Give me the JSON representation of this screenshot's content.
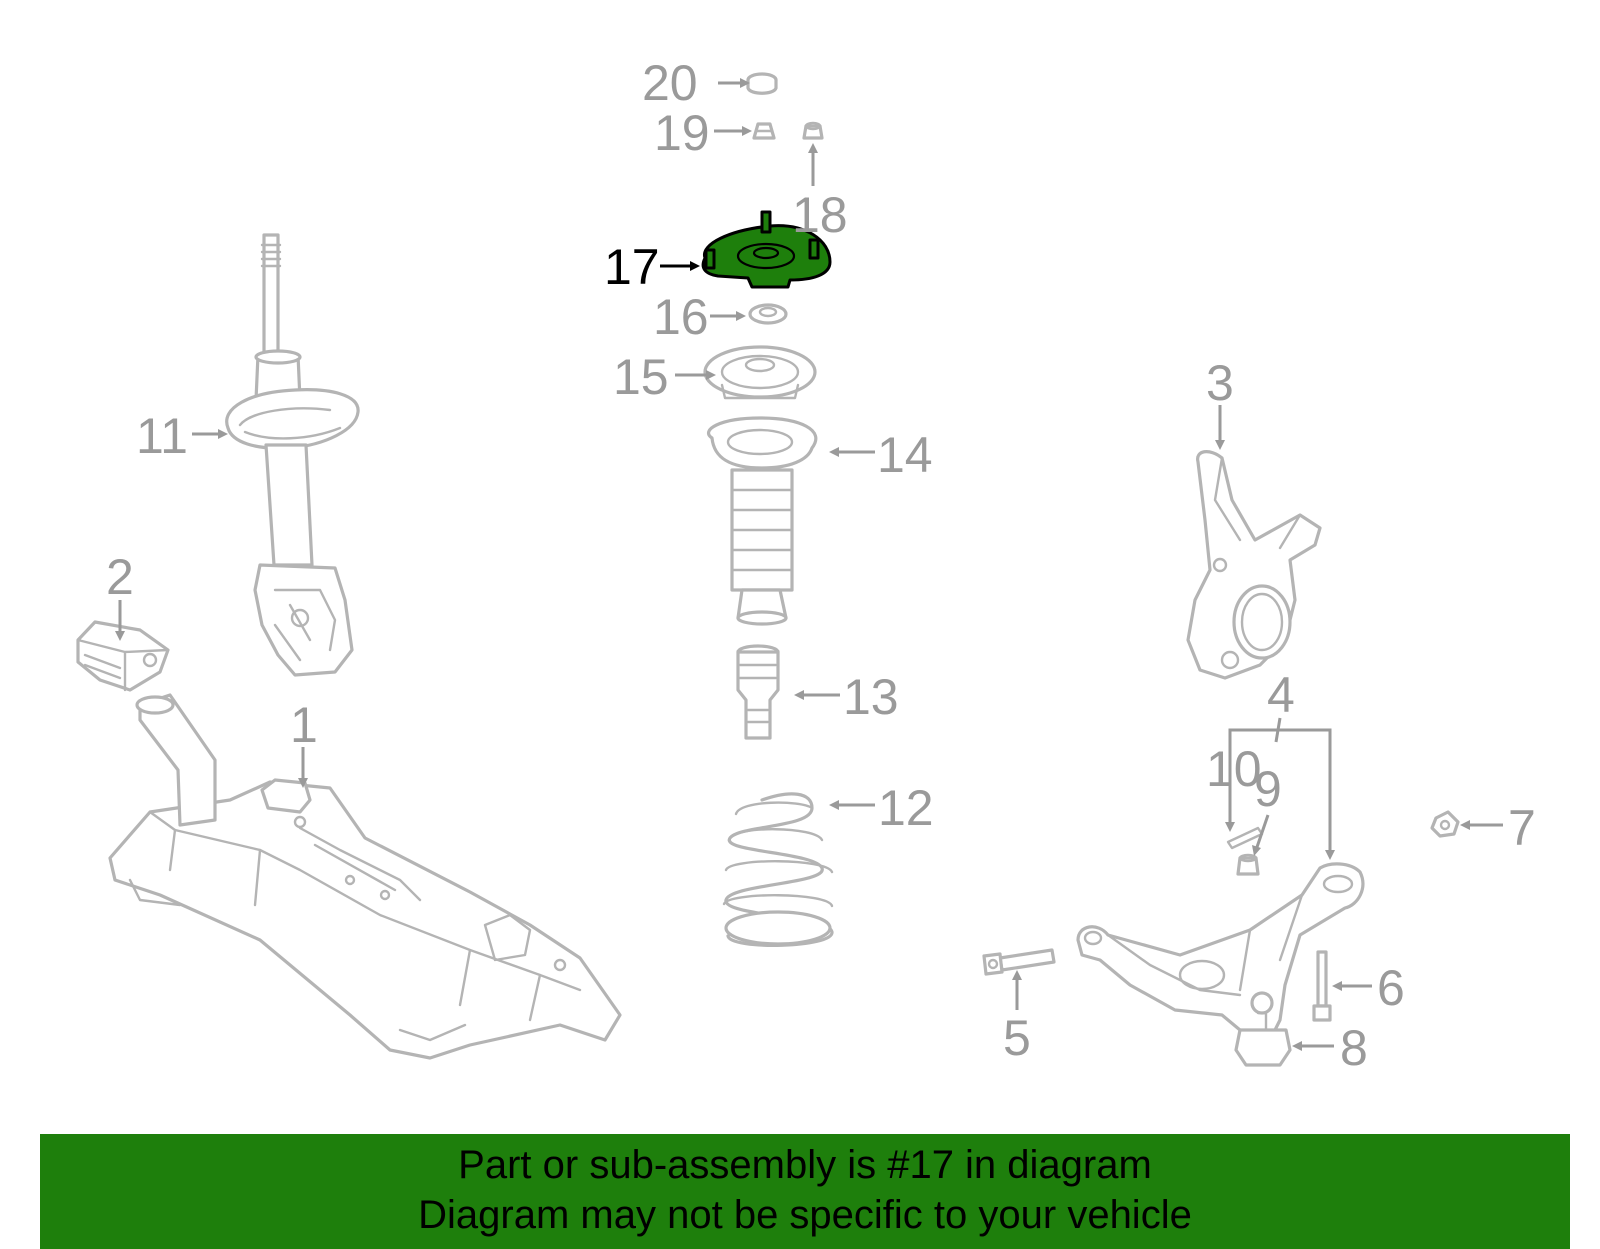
{
  "highlight": {
    "part": "17",
    "color": "#1e7f0c"
  },
  "callouts": [
    {
      "id": "1",
      "label": "1"
    },
    {
      "id": "2",
      "label": "2"
    },
    {
      "id": "3",
      "label": "3"
    },
    {
      "id": "4",
      "label": "4"
    },
    {
      "id": "5",
      "label": "5"
    },
    {
      "id": "6",
      "label": "6"
    },
    {
      "id": "7",
      "label": "7"
    },
    {
      "id": "8",
      "label": "8"
    },
    {
      "id": "9",
      "label": "9"
    },
    {
      "id": "10",
      "label": "10"
    },
    {
      "id": "11",
      "label": "11"
    },
    {
      "id": "12",
      "label": "12"
    },
    {
      "id": "13",
      "label": "13"
    },
    {
      "id": "14",
      "label": "14"
    },
    {
      "id": "15",
      "label": "15"
    },
    {
      "id": "16",
      "label": "16"
    },
    {
      "id": "17",
      "label": "17"
    },
    {
      "id": "18",
      "label": "18"
    },
    {
      "id": "19",
      "label": "19"
    },
    {
      "id": "20",
      "label": "20"
    }
  ],
  "footer": {
    "line1": "Part or sub-assembly is #17 in diagram",
    "line2": "Diagram may not be specific to your vehicle"
  }
}
